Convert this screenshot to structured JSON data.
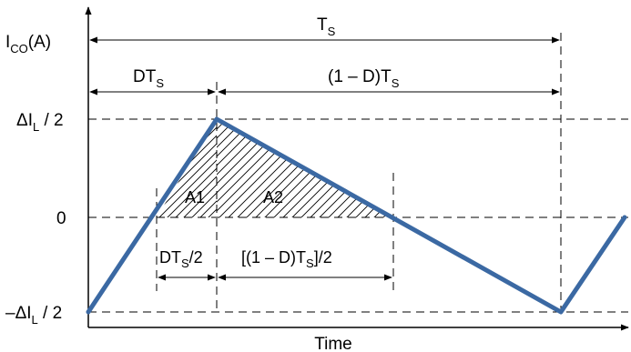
{
  "labels": {
    "y_axis": "I",
    "y_axis_sub": "CO",
    "y_axis_unit": "(A)",
    "x_axis": "Time",
    "period": "T",
    "period_sub": "S",
    "on_time": "DT",
    "on_time_sub": "S",
    "off_time": "(1 – D)T",
    "off_time_sub": "S",
    "top_level": "ΔI",
    "top_level_sub": "L",
    "top_level_tail": " / 2",
    "zero_level": "0",
    "bottom_level": "–ΔI",
    "bottom_level_sub": "L",
    "bottom_level_tail": " / 2",
    "area_1": "A1",
    "area_2": "A2",
    "half_on": "DT",
    "half_on_sub": "S",
    "half_on_tail": "/2",
    "half_off": "[(1 – D)T",
    "half_off_sub": "S",
    "half_off_tail": "]/2"
  },
  "colors": {
    "waveform": "#3b69a3",
    "axis": "#000000",
    "guide": "#000000",
    "hatch": "#000000"
  }
}
